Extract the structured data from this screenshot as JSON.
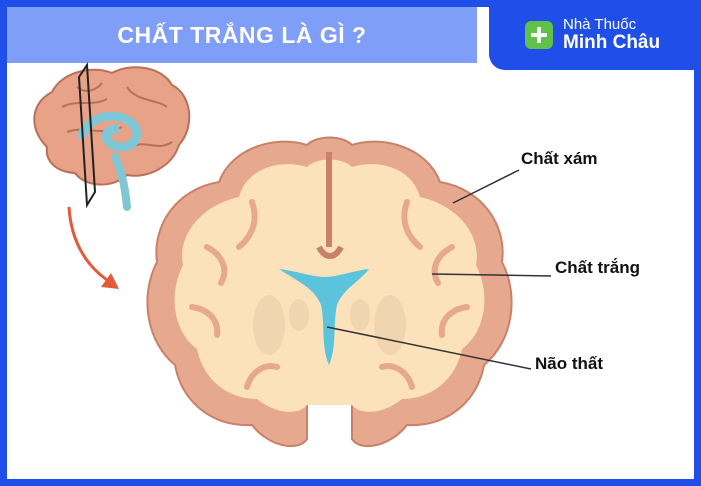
{
  "title": "CHẤT TRẮNG LÀ GÌ ?",
  "brand": {
    "line1": "Nhà Thuốc",
    "line2": "Minh Châu",
    "icon": "plus-icon",
    "color": "#1f4fe8",
    "icon_color": "#5fc04a"
  },
  "labels": {
    "gray_matter": "Chất xám",
    "white_matter": "Chất trắng",
    "ventricle": "Não thất"
  },
  "colors": {
    "border": "#1f4fe8",
    "title_bar": "#7f9ef8",
    "gray_matter": "#e6a98f",
    "white_matter": "#fbe2ba",
    "ventricle": "#5cc3dc",
    "arrow": "#e25a3c"
  }
}
